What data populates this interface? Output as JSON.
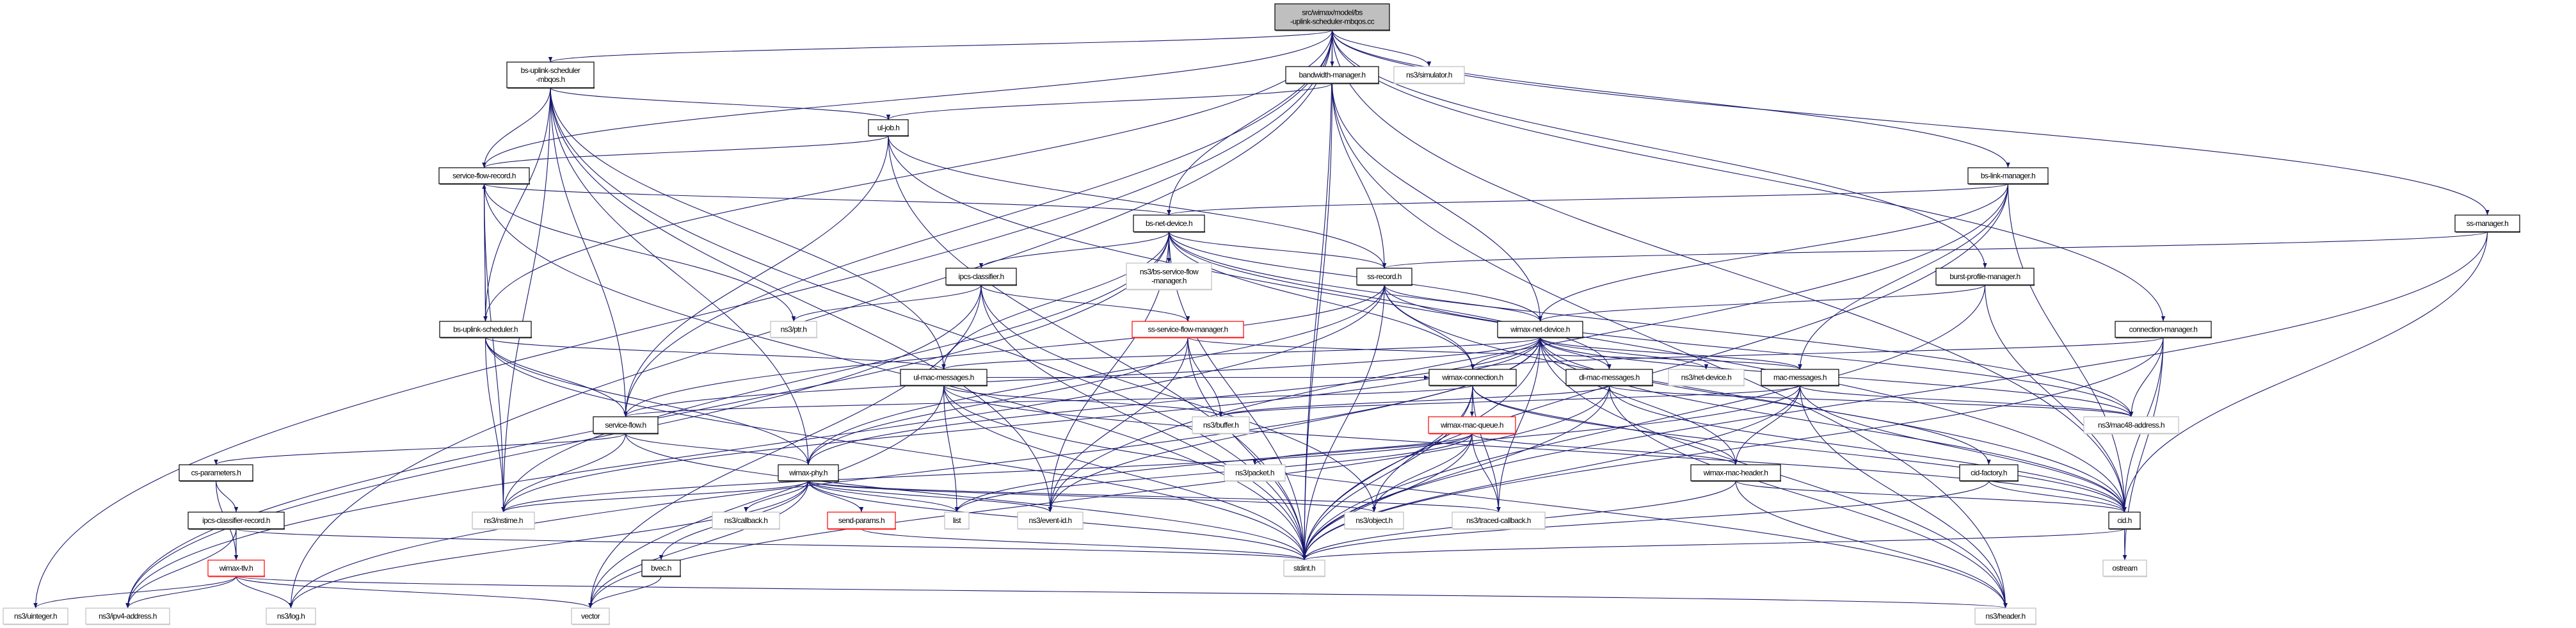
{
  "graph": {
    "edge_color": "#191970",
    "nodes": [
      {
        "id": "root",
        "label": [
          "src/wimax/model/bs",
          "-uplink-scheduler-mbqos.cc"
        ],
        "kind": "root"
      },
      {
        "id": "bsusm",
        "label": [
          "bs-uplink-scheduler",
          "-mbqos.h"
        ],
        "kind": "normal"
      },
      {
        "id": "bwm",
        "label": [
          "bandwidth-manager.h"
        ],
        "kind": "normal"
      },
      {
        "id": "sim",
        "label": [
          "ns3/simulator.h"
        ],
        "kind": "ext"
      },
      {
        "id": "uljob",
        "label": [
          "ul-job.h"
        ],
        "kind": "normal"
      },
      {
        "id": "sfr",
        "label": [
          "service-flow-record.h"
        ],
        "kind": "normal"
      },
      {
        "id": "bsnd",
        "label": [
          "bs-net-device.h"
        ],
        "kind": "normal"
      },
      {
        "id": "bslm",
        "label": [
          "bs-link-manager.h"
        ],
        "kind": "normal"
      },
      {
        "id": "ssm",
        "label": [
          "ss-manager.h"
        ],
        "kind": "normal"
      },
      {
        "id": "ipcsc",
        "label": [
          "ipcs-classifier.h"
        ],
        "kind": "normal"
      },
      {
        "id": "bssfm",
        "label": [
          "ns3/bs-service-flow",
          "-manager.h"
        ],
        "kind": "ext"
      },
      {
        "id": "ssr",
        "label": [
          "ss-record.h"
        ],
        "kind": "normal"
      },
      {
        "id": "bpm",
        "label": [
          "burst-profile-manager.h"
        ],
        "kind": "normal"
      },
      {
        "id": "bsus",
        "label": [
          "bs-uplink-scheduler.h"
        ],
        "kind": "normal"
      },
      {
        "id": "ptr",
        "label": [
          "ns3/ptr.h"
        ],
        "kind": "ext"
      },
      {
        "id": "sssfm",
        "label": [
          "ss-service-flow-manager.h"
        ],
        "kind": "red"
      },
      {
        "id": "wnd",
        "label": [
          "wimax-net-device.h"
        ],
        "kind": "normal"
      },
      {
        "id": "cm",
        "label": [
          "connection-manager.h"
        ],
        "kind": "normal"
      },
      {
        "id": "ulmm",
        "label": [
          "ul-mac-messages.h"
        ],
        "kind": "normal"
      },
      {
        "id": "wc",
        "label": [
          "wimax-connection.h"
        ],
        "kind": "normal"
      },
      {
        "id": "dlmm",
        "label": [
          "dl-mac-messages.h"
        ],
        "kind": "normal"
      },
      {
        "id": "nd",
        "label": [
          "ns3/net-device.h"
        ],
        "kind": "ext"
      },
      {
        "id": "mm",
        "label": [
          "mac-messages.h"
        ],
        "kind": "normal"
      },
      {
        "id": "sf",
        "label": [
          "service-flow.h"
        ],
        "kind": "normal"
      },
      {
        "id": "buf",
        "label": [
          "ns3/buffer.h"
        ],
        "kind": "ext"
      },
      {
        "id": "wmq",
        "label": [
          "wimax-mac-queue.h"
        ],
        "kind": "red"
      },
      {
        "id": "m48",
        "label": [
          "ns3/mac48-address.h"
        ],
        "kind": "ext"
      },
      {
        "id": "csp",
        "label": [
          "cs-parameters.h"
        ],
        "kind": "normal"
      },
      {
        "id": "wphy",
        "label": [
          "wimax-phy.h"
        ],
        "kind": "normal"
      },
      {
        "id": "pkt",
        "label": [
          "ns3/packet.h"
        ],
        "kind": "ext"
      },
      {
        "id": "wmh",
        "label": [
          "wimax-mac-header.h"
        ],
        "kind": "normal"
      },
      {
        "id": "cidf",
        "label": [
          "cid-factory.h"
        ],
        "kind": "normal"
      },
      {
        "id": "ipcr",
        "label": [
          "ipcs-classifier-record.h"
        ],
        "kind": "normal"
      },
      {
        "id": "nst",
        "label": [
          "ns3/nstime.h"
        ],
        "kind": "ext"
      },
      {
        "id": "cb",
        "label": [
          "ns3/callback.h"
        ],
        "kind": "ext"
      },
      {
        "id": "sp",
        "label": [
          "send-params.h"
        ],
        "kind": "red"
      },
      {
        "id": "list",
        "label": [
          "list"
        ],
        "kind": "ext"
      },
      {
        "id": "eid",
        "label": [
          "ns3/event-id.h"
        ],
        "kind": "ext"
      },
      {
        "id": "obj",
        "label": [
          "ns3/object.h"
        ],
        "kind": "ext"
      },
      {
        "id": "tcb",
        "label": [
          "ns3/traced-callback.h"
        ],
        "kind": "ext"
      },
      {
        "id": "cid",
        "label": [
          "cid.h"
        ],
        "kind": "normal"
      },
      {
        "id": "tlv",
        "label": [
          "wimax-tlv.h"
        ],
        "kind": "red"
      },
      {
        "id": "bvec",
        "label": [
          "bvec.h"
        ],
        "kind": "normal"
      },
      {
        "id": "stdint",
        "label": [
          "stdint.h"
        ],
        "kind": "ext"
      },
      {
        "id": "ostream",
        "label": [
          "ostream"
        ],
        "kind": "ext"
      },
      {
        "id": "uint",
        "label": [
          "ns3/uinteger.h"
        ],
        "kind": "ext"
      },
      {
        "id": "ipv4",
        "label": [
          "ns3/ipv4-address.h"
        ],
        "kind": "ext"
      },
      {
        "id": "log",
        "label": [
          "ns3/log.h"
        ],
        "kind": "ext"
      },
      {
        "id": "vector",
        "label": [
          "vector"
        ],
        "kind": "ext"
      },
      {
        "id": "hdr",
        "label": [
          "ns3/header.h"
        ],
        "kind": "ext"
      }
    ],
    "edges": [
      [
        "root",
        "bsusm"
      ],
      [
        "root",
        "bwm"
      ],
      [
        "root",
        "sim"
      ],
      [
        "root",
        "bsnd"
      ],
      [
        "root",
        "sfr"
      ],
      [
        "root",
        "sf"
      ],
      [
        "root",
        "bslm"
      ],
      [
        "root",
        "bpm"
      ],
      [
        "root",
        "cm"
      ],
      [
        "root",
        "ssm"
      ],
      [
        "root",
        "cid"
      ],
      [
        "root",
        "stdint"
      ],
      [
        "root",
        "log"
      ],
      [
        "root",
        "uint"
      ],
      [
        "root",
        "bsus"
      ],
      [
        "bsusm",
        "uljob"
      ],
      [
        "bsusm",
        "sfr"
      ],
      [
        "bsusm",
        "bsus"
      ],
      [
        "bsusm",
        "sf"
      ],
      [
        "bsusm",
        "wphy"
      ],
      [
        "bsusm",
        "ulmm"
      ],
      [
        "bsusm",
        "nst"
      ],
      [
        "bsusm",
        "stdint"
      ],
      [
        "bsusm",
        "eid"
      ],
      [
        "bwm",
        "uljob"
      ],
      [
        "bwm",
        "wnd"
      ],
      [
        "bwm",
        "stdint"
      ],
      [
        "bwm",
        "hdr"
      ],
      [
        "bwm",
        "ssr"
      ],
      [
        "uljob",
        "sfr"
      ],
      [
        "uljob",
        "ssr"
      ],
      [
        "uljob",
        "sf"
      ],
      [
        "uljob",
        "cid"
      ],
      [
        "uljob",
        "stdint"
      ],
      [
        "sfr",
        "bsnd"
      ],
      [
        "sfr",
        "bsus"
      ],
      [
        "sfr",
        "stdint"
      ],
      [
        "sfr",
        "nst"
      ],
      [
        "sfr",
        "ptr"
      ],
      [
        "bsus",
        "sfr"
      ],
      [
        "bsus",
        "ulmm"
      ],
      [
        "bsus",
        "sf"
      ],
      [
        "bsus",
        "wphy"
      ],
      [
        "bsus",
        "nst"
      ],
      [
        "bsus",
        "stdint"
      ],
      [
        "bsnd",
        "wnd"
      ],
      [
        "bsnd",
        "bssfm"
      ],
      [
        "bsnd",
        "ipcsc"
      ],
      [
        "bsnd",
        "ssr"
      ],
      [
        "bsnd",
        "dlmm"
      ],
      [
        "bsnd",
        "ulmm"
      ],
      [
        "bsnd",
        "wc"
      ],
      [
        "bsnd",
        "ipv4"
      ],
      [
        "bsnd",
        "m48"
      ],
      [
        "bsnd",
        "eid"
      ],
      [
        "bsnd",
        "nst"
      ],
      [
        "bsnd",
        "stdint"
      ],
      [
        "ipcsc",
        "ptr"
      ],
      [
        "ipcsc",
        "sssfm"
      ],
      [
        "ipcsc",
        "obj"
      ],
      [
        "ipcsc",
        "stdint"
      ],
      [
        "ipcsc",
        "ipv4"
      ],
      [
        "ipcsc",
        "vector"
      ],
      [
        "ssr",
        "wnd"
      ],
      [
        "ssr",
        "wc"
      ],
      [
        "ssr",
        "m48"
      ],
      [
        "ssr",
        "sf"
      ],
      [
        "ssr",
        "stdint"
      ],
      [
        "ssr",
        "cid"
      ],
      [
        "ssr",
        "wphy"
      ],
      [
        "ssr",
        "ipv4"
      ],
      [
        "sssfm",
        "buf"
      ],
      [
        "sssfm",
        "eid"
      ],
      [
        "sssfm",
        "stdint"
      ],
      [
        "sssfm",
        "mm"
      ],
      [
        "sssfm",
        "wphy"
      ],
      [
        "wnd",
        "wc"
      ],
      [
        "wnd",
        "dlmm"
      ],
      [
        "wnd",
        "nd"
      ],
      [
        "wnd",
        "mm"
      ],
      [
        "wnd",
        "ulmm"
      ],
      [
        "wnd",
        "wphy"
      ],
      [
        "wnd",
        "sf"
      ],
      [
        "wnd",
        "cid"
      ],
      [
        "wnd",
        "m48"
      ],
      [
        "wnd",
        "tcb"
      ],
      [
        "wnd",
        "eid"
      ],
      [
        "wnd",
        "wmh"
      ],
      [
        "wnd",
        "cidf"
      ],
      [
        "wnd",
        "nst"
      ],
      [
        "wnd",
        "log"
      ],
      [
        "wnd",
        "stdint"
      ],
      [
        "wnd",
        "hdr"
      ],
      [
        "ulmm",
        "buf"
      ],
      [
        "ulmm",
        "list"
      ],
      [
        "ulmm",
        "stdint"
      ],
      [
        "ulmm",
        "cid"
      ],
      [
        "ulmm",
        "hdr"
      ],
      [
        "ulmm",
        "vector"
      ],
      [
        "ulmm",
        "wc"
      ],
      [
        "wc",
        "wmq"
      ],
      [
        "wc",
        "obj"
      ],
      [
        "wc",
        "stdint"
      ],
      [
        "wc",
        "cid"
      ],
      [
        "wc",
        "sf"
      ],
      [
        "wc",
        "wmh"
      ],
      [
        "wc",
        "tcb"
      ],
      [
        "dlmm",
        "buf"
      ],
      [
        "dlmm",
        "stdint"
      ],
      [
        "dlmm",
        "cid"
      ],
      [
        "dlmm",
        "m48"
      ],
      [
        "dlmm",
        "hdr"
      ],
      [
        "dlmm",
        "vector"
      ],
      [
        "mm",
        "wmh"
      ],
      [
        "mm",
        "buf"
      ],
      [
        "mm",
        "cid"
      ],
      [
        "mm",
        "m48"
      ],
      [
        "mm",
        "stdint"
      ],
      [
        "mm",
        "hdr"
      ],
      [
        "mm",
        "list"
      ],
      [
        "wmq",
        "pkt"
      ],
      [
        "wmq",
        "obj"
      ],
      [
        "wmq",
        "tcb"
      ],
      [
        "wmq",
        "stdint"
      ],
      [
        "wmq",
        "wmh"
      ],
      [
        "wmq",
        "nst"
      ],
      [
        "wmq",
        "list"
      ],
      [
        "wmh",
        "stdint"
      ],
      [
        "wmh",
        "hdr"
      ],
      [
        "wmh",
        "cid"
      ],
      [
        "sf",
        "csp"
      ],
      [
        "sf",
        "wphy"
      ],
      [
        "sf",
        "stdint"
      ],
      [
        "sf",
        "nst"
      ],
      [
        "csp",
        "ipcr"
      ],
      [
        "csp",
        "tlv"
      ],
      [
        "ipcr",
        "tlv"
      ],
      [
        "ipcr",
        "ipv4"
      ],
      [
        "ipcr",
        "stdint"
      ],
      [
        "tlv",
        "uint"
      ],
      [
        "tlv",
        "ipv4"
      ],
      [
        "tlv",
        "log"
      ],
      [
        "tlv",
        "vector"
      ],
      [
        "tlv",
        "hdr"
      ],
      [
        "wphy",
        "nst"
      ],
      [
        "wphy",
        "cb"
      ],
      [
        "wphy",
        "sp"
      ],
      [
        "wphy",
        "list"
      ],
      [
        "wphy",
        "eid"
      ],
      [
        "wphy",
        "obj"
      ],
      [
        "wphy",
        "tcb"
      ],
      [
        "wphy",
        "stdint"
      ],
      [
        "wphy",
        "bvec"
      ],
      [
        "wphy",
        "vector"
      ],
      [
        "wphy",
        "log"
      ],
      [
        "bvec",
        "vector"
      ],
      [
        "sp",
        "stdint"
      ],
      [
        "cidf",
        "cid"
      ],
      [
        "cidf",
        "stdint"
      ],
      [
        "cid",
        "ostream"
      ],
      [
        "cid",
        "stdint"
      ],
      [
        "cm",
        "wc"
      ],
      [
        "cm",
        "m48"
      ],
      [
        "cm",
        "cid"
      ],
      [
        "cm",
        "stdint"
      ],
      [
        "cm",
        "ostream"
      ],
      [
        "bslm",
        "bsnd"
      ],
      [
        "bslm",
        "wnd"
      ],
      [
        "bslm",
        "mm"
      ],
      [
        "bslm",
        "cid"
      ],
      [
        "bslm",
        "stdint"
      ],
      [
        "bslm",
        "eid"
      ],
      [
        "bpm",
        "wnd"
      ],
      [
        "bpm",
        "cid"
      ],
      [
        "bpm",
        "stdint"
      ],
      [
        "ssm",
        "ssr"
      ],
      [
        "ssm",
        "cid"
      ],
      [
        "ssm",
        "stdint"
      ]
    ]
  }
}
